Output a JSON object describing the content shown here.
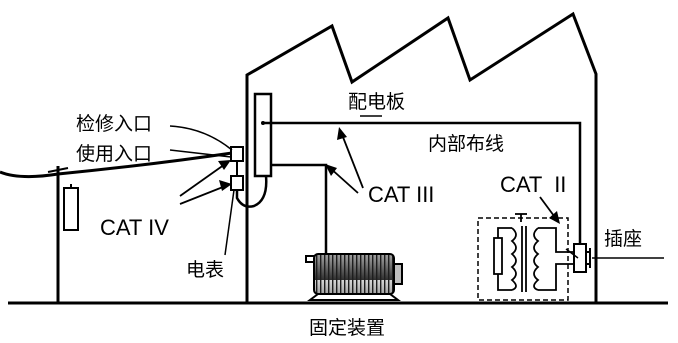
{
  "labels": {
    "inspection_entrance": "检修入口",
    "service_entrance": "使用入口",
    "distribution_board": "配电板",
    "internal_wiring": "内部布线",
    "cat_iv": "CAT IV",
    "cat_iii": "CAT III",
    "cat_ii": "CAT  II",
    "meter": "电表",
    "outlet": "插座",
    "fixed_equipment": "固定装置"
  },
  "colors": {
    "line": "#000000",
    "background": "#ffffff",
    "motor_dark": "#3a3a3a",
    "motor_light": "#9a9a9a"
  }
}
